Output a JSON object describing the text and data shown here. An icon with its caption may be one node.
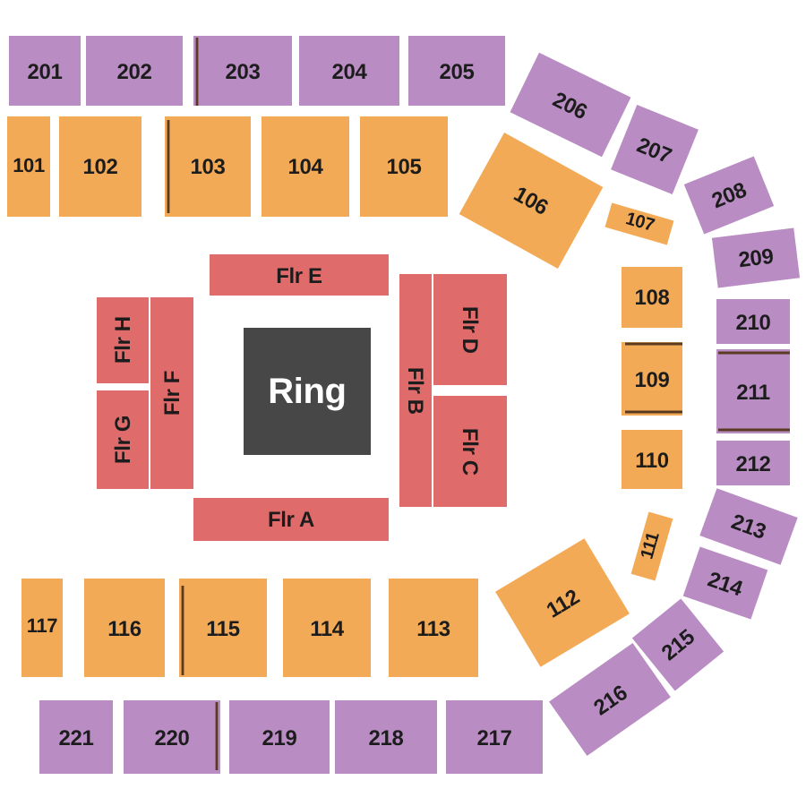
{
  "diagram": {
    "nodes": [
      {
        "text": [
          "201"
        ]
      },
      {
        "text": [
          "202"
        ]
      },
      {
        "text": [
          "203"
        ]
      },
      {
        "text": [
          "204"
        ]
      },
      {
        "text": [
          "205"
        ]
      },
      {
        "text": [
          "206"
        ]
      },
      {
        "text": [
          "207"
        ]
      },
      {
        "text": [
          "101"
        ]
      },
      {
        "text": [
          "102"
        ]
      },
      {
        "text": [
          "103"
        ]
      },
      {
        "text": [
          "104"
        ]
      },
      {
        "text": [
          "105"
        ]
      },
      {
        "text": [
          "106"
        ]
      },
      {
        "text": [
          "107"
        ]
      },
      {
        "text": [
          "208"
        ]
      },
      {
        "text": [
          "209"
        ]
      },
      {
        "text": [
          "Flr E"
        ]
      },
      {
        "text": [
          "Flr D"
        ]
      },
      {
        "text": [
          "Flr B"
        ]
      },
      {
        "text": [
          "Flr H"
        ]
      },
      {
        "text": [
          "Flr F"
        ]
      },
      {
        "text": [
          "Ring"
        ]
      },
      {
        "text": [
          "108"
        ]
      },
      {
        "text": [
          "210"
        ]
      },
      {
        "text": [
          "109"
        ]
      },
      {
        "text": [
          "211"
        ]
      },
      {
        "text": [
          "Flr G"
        ]
      },
      {
        "text": [
          "Flr C"
        ]
      },
      {
        "text": [
          "110"
        ]
      },
      {
        "text": [
          "212"
        ]
      },
      {
        "text": [
          "Flr A"
        ]
      },
      {
        "text": [
          "213"
        ]
      },
      {
        "text": [
          "111"
        ]
      },
      {
        "text": [
          "117"
        ]
      },
      {
        "text": [
          "116"
        ]
      },
      {
        "text": [
          "115"
        ]
      },
      {
        "text": [
          "114"
        ]
      },
      {
        "text": [
          "113"
        ]
      },
      {
        "text": [
          "112"
        ]
      },
      {
        "text": [
          "214"
        ]
      },
      {
        "text": [
          "215"
        ]
      },
      {
        "text": [
          "216"
        ]
      },
      {
        "text": [
          "221"
        ]
      },
      {
        "text": [
          "220"
        ]
      },
      {
        "text": [
          "219"
        ]
      },
      {
        "text": [
          "218"
        ]
      },
      {
        "text": [
          "217"
        ]
      }
    ]
  }
}
